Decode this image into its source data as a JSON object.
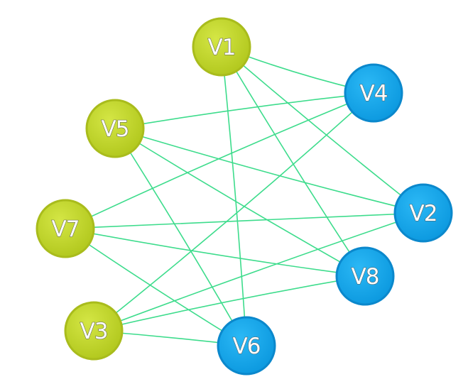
{
  "colors": {
    "group_a_fill": "#c2d82a",
    "group_a_stroke": "#a9bc1c",
    "group_b_fill": "#14a8ee",
    "group_b_stroke": "#0b88cc",
    "edge": "#3ddc8c"
  },
  "nodes": [
    {
      "id": "V1",
      "label": "V1",
      "group": "a"
    },
    {
      "id": "V4",
      "label": "V4",
      "group": "b"
    },
    {
      "id": "V5",
      "label": "V5",
      "group": "a"
    },
    {
      "id": "V2",
      "label": "V2",
      "group": "b"
    },
    {
      "id": "V7",
      "label": "V7",
      "group": "a"
    },
    {
      "id": "V8",
      "label": "V8",
      "group": "b"
    },
    {
      "id": "V3",
      "label": "V3",
      "group": "a"
    },
    {
      "id": "V6",
      "label": "V6",
      "group": "b"
    }
  ],
  "edges": [
    {
      "from": "V1",
      "to": "V4"
    },
    {
      "from": "V1",
      "to": "V2"
    },
    {
      "from": "V1",
      "to": "V8"
    },
    {
      "from": "V1",
      "to": "V6"
    },
    {
      "from": "V5",
      "to": "V4"
    },
    {
      "from": "V5",
      "to": "V2"
    },
    {
      "from": "V5",
      "to": "V8"
    },
    {
      "from": "V5",
      "to": "V6"
    },
    {
      "from": "V7",
      "to": "V4"
    },
    {
      "from": "V7",
      "to": "V2"
    },
    {
      "from": "V7",
      "to": "V8"
    },
    {
      "from": "V7",
      "to": "V6"
    },
    {
      "from": "V3",
      "to": "V4"
    },
    {
      "from": "V3",
      "to": "V2"
    },
    {
      "from": "V3",
      "to": "V8"
    },
    {
      "from": "V3",
      "to": "V6"
    }
  ]
}
